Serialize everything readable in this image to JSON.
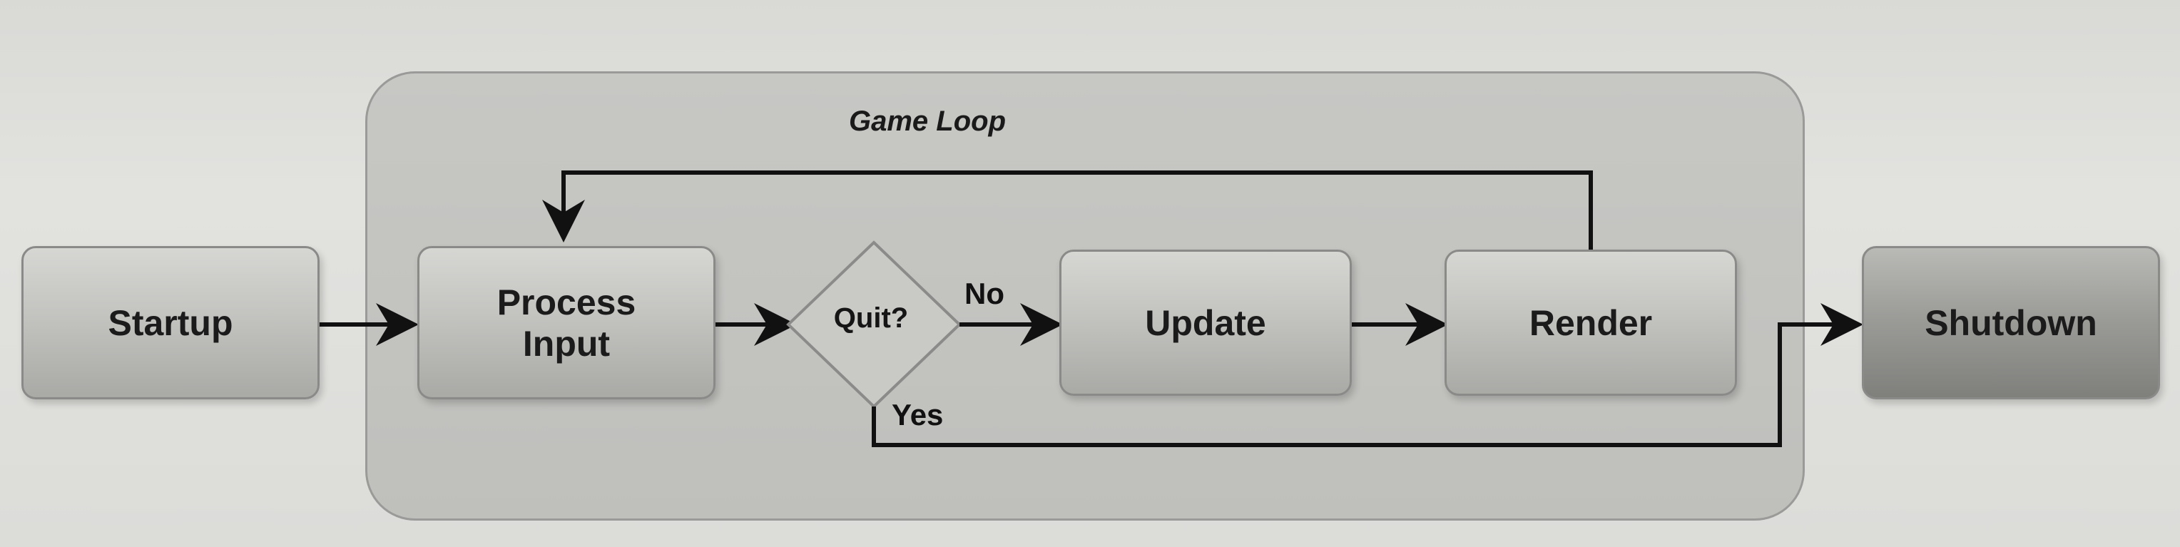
{
  "diagram": {
    "loop_title": "Game Loop",
    "nodes": {
      "startup": "Startup",
      "process_input": "Process\nInput",
      "decision": "Quit?",
      "update": "Update",
      "render": "Render",
      "shutdown": "Shutdown"
    },
    "edge_labels": {
      "no": "No",
      "yes": "Yes"
    }
  }
}
